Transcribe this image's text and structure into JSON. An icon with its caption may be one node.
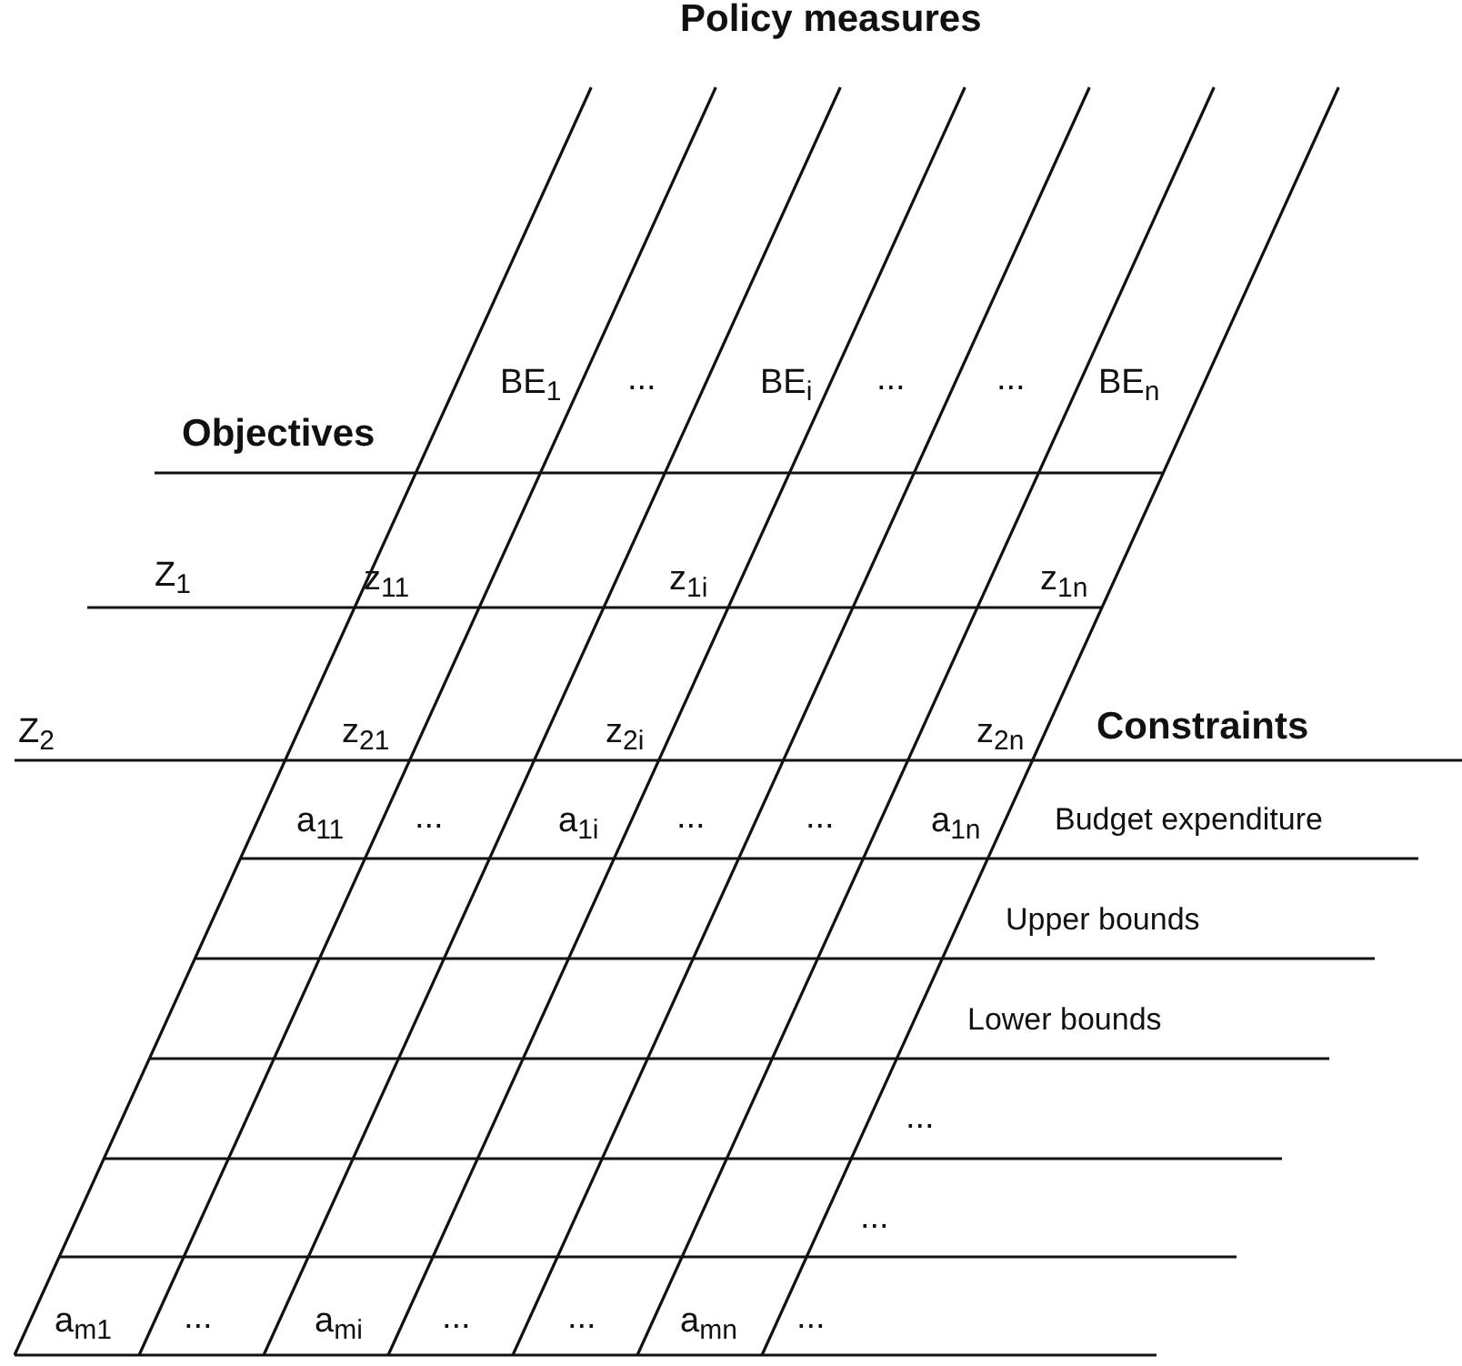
{
  "diagram": {
    "labels": [
      "Policy measures",
      "BE$_{1}$",
      "...",
      "BE$_{i}$",
      "...",
      "...",
      "BE$_{n}$",
      "Objectives",
      "Z$_{1}$",
      "z$_{11}$",
      "z$_{1i}$",
      "z$_{1n}$",
      "Z$_{2}$",
      "z$_{21}$",
      "z$_{2i}$",
      "z$_{2n}$",
      "Constraints",
      "a$_{11}$",
      "...",
      "a$_{1i}$",
      "...",
      "...",
      "a$_{1n}$",
      "Budget expenditure",
      "Upper bounds",
      "Lower bounds",
      "...",
      "...",
      "a$_{m1}$",
      "...",
      "a$_{mi}$",
      "...",
      "...",
      "a$_{mn}$",
      "..."
    ]
  }
}
